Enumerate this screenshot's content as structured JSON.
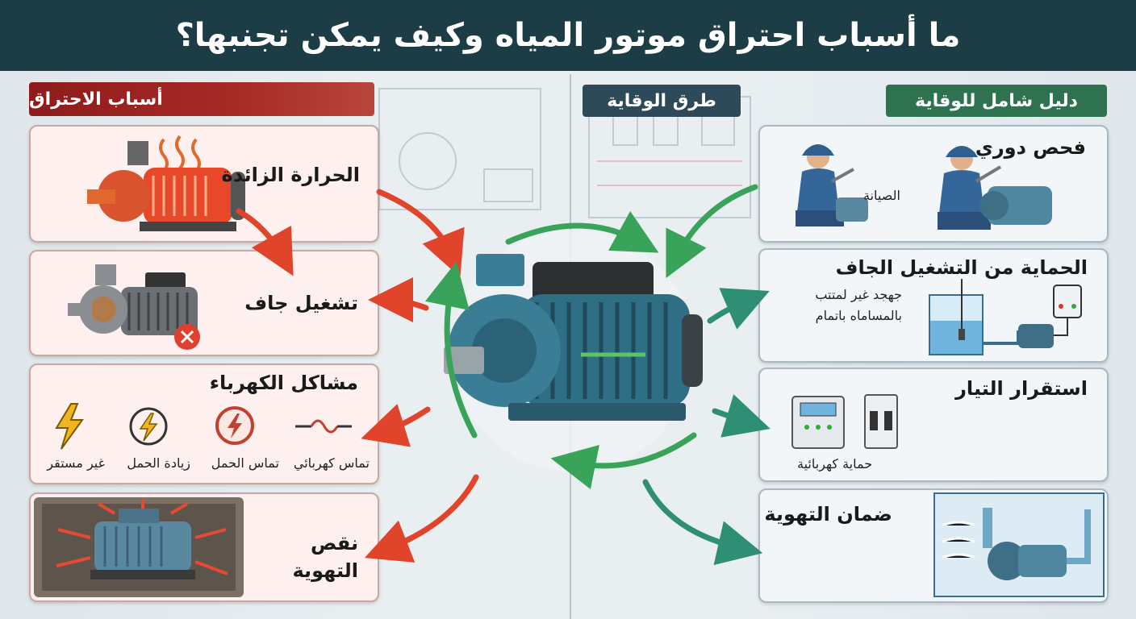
{
  "title": "ما أسباب احتراق موتور المياه وكيف يمكن تجنبها؟",
  "sections": {
    "causes": "أسباب الاحتراق",
    "prevention": "طرق الوقاية",
    "guide": "دليل شامل للوقاية"
  },
  "causes": {
    "overheat": "الحرارة الزائدة",
    "dry_run": "تشغيل جاف",
    "electrical": {
      "title": "مشاكل الكهرباء",
      "items": [
        "تماس كهربائي",
        "تماس الحمل",
        "زيادة الحمل",
        "غير مستقر"
      ]
    },
    "ventilation": "نقص التهوية"
  },
  "prevention": {
    "inspection": {
      "title": "فحص دوري",
      "label": "الصيانة"
    },
    "dry_protection": {
      "title": "الحماية من التشغيل الجاف",
      "note_line1": "جهجد غير لمتتب",
      "note_line2": "بالمساماه باتمام"
    },
    "current": {
      "title": "استقرار التيار",
      "label": "حماية كهربائية"
    },
    "ventilation": {
      "title": "ضمان التهوية"
    }
  },
  "colors": {
    "header": "#1d3d46",
    "causes_ribbon": "#a72a26",
    "prevention_ribbon": "#2e4a58",
    "guide_ribbon": "#2f7250",
    "red_arrow": "#e0452c",
    "green_arrow": "#3aa35a",
    "teal_arrow": "#2e8f74",
    "motor_blue": "#2f6f86"
  }
}
